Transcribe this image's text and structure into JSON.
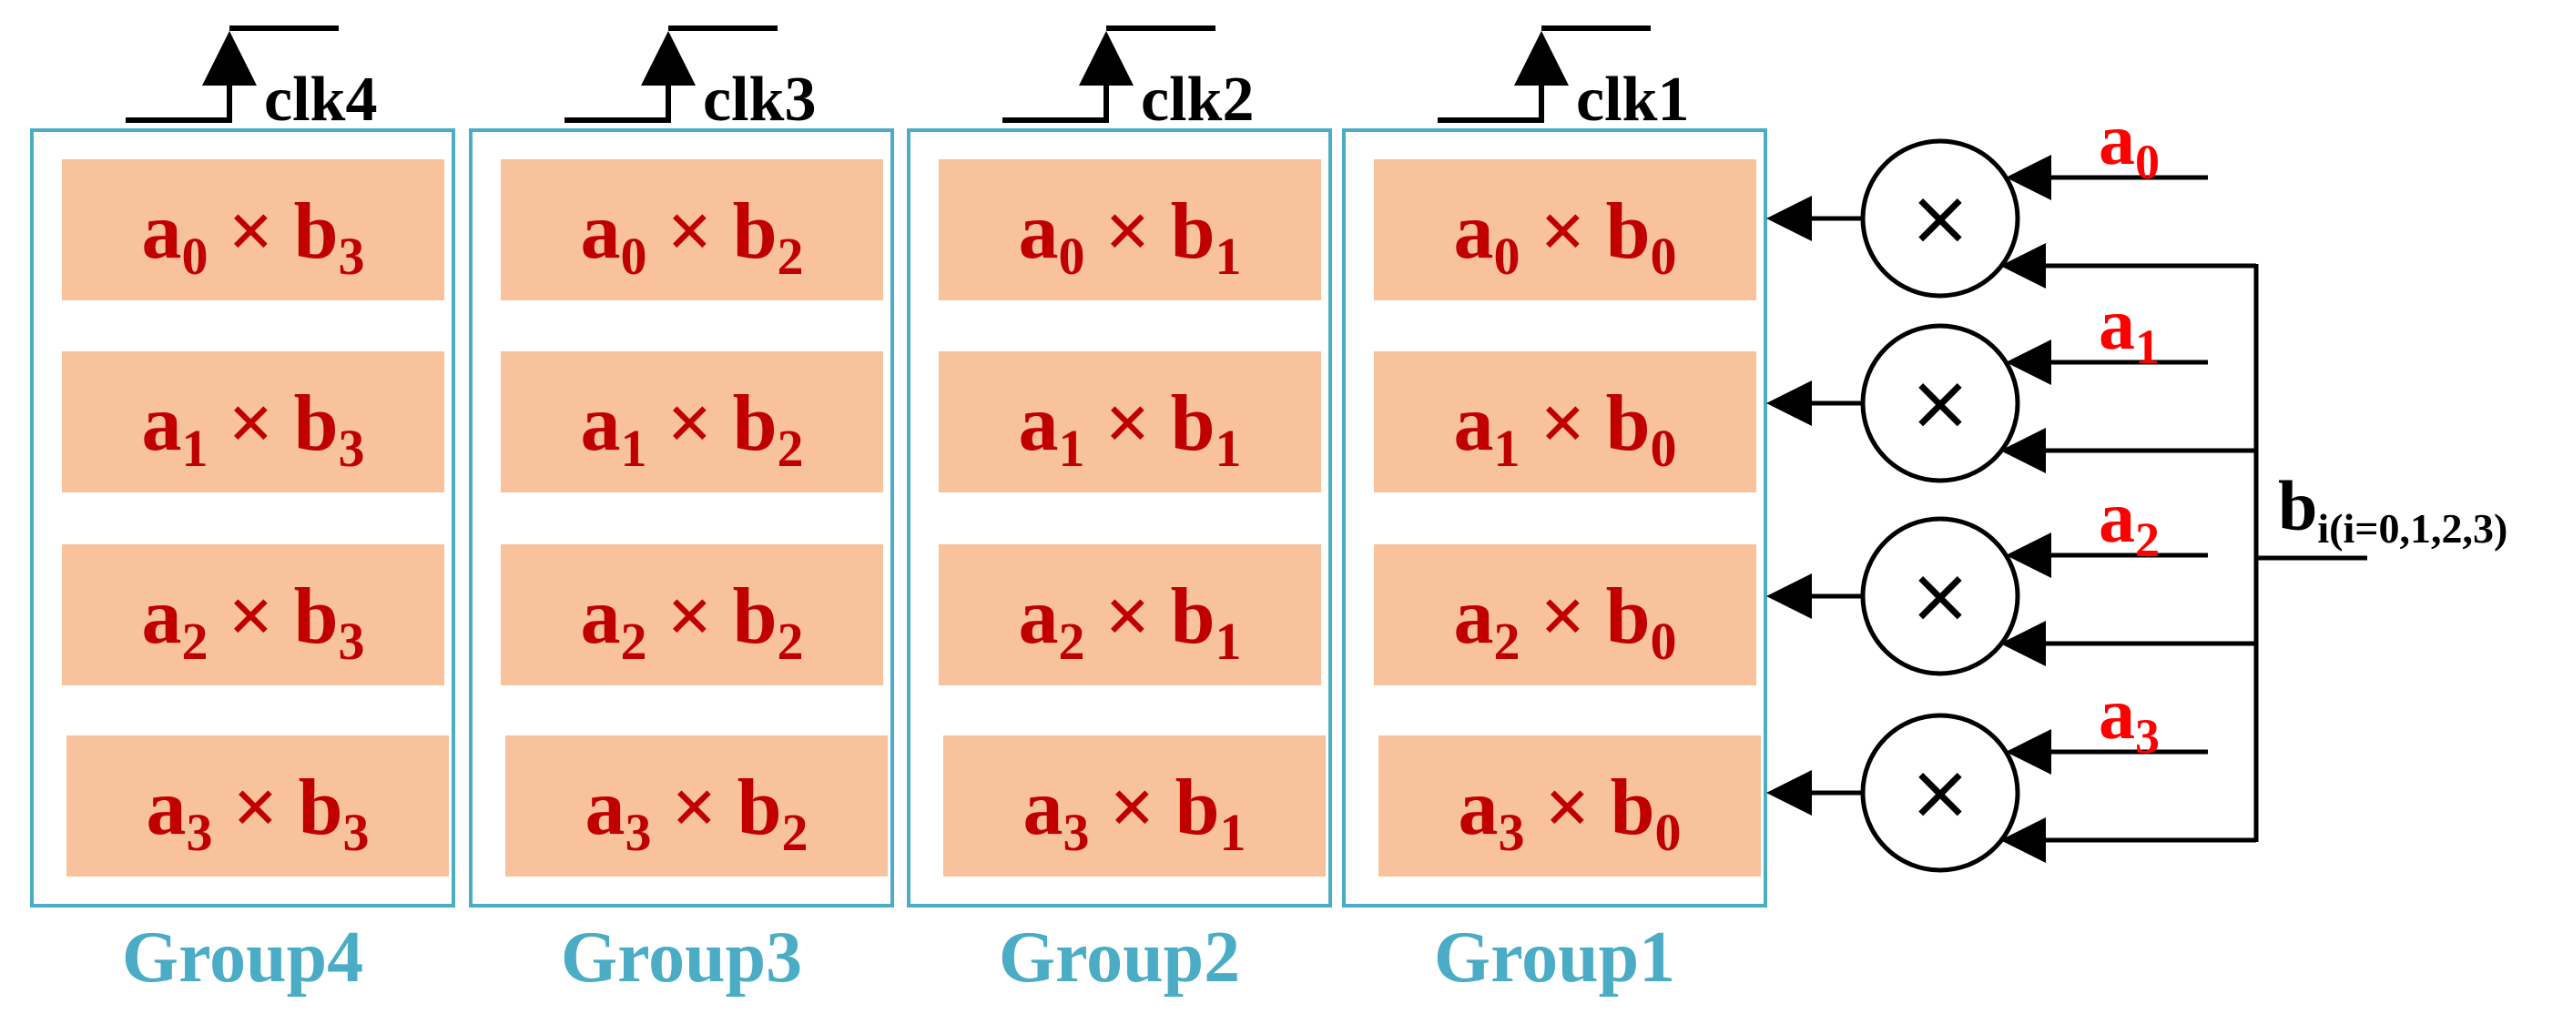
{
  "colors": {
    "group_border": "#4bacc6",
    "cell_fill": "#f8c29d",
    "cell_text": "#c00000",
    "group_label": "#4bacc6",
    "a_input": "#ff0000",
    "line": "#000000"
  },
  "multiply_symbol": "×",
  "groups": [
    {
      "label": "Group4",
      "clock": "clk4",
      "cells": [
        {
          "a": "a",
          "a_sub": "0",
          "op": "×",
          "b": "b",
          "b_sub": "3"
        },
        {
          "a": "a",
          "a_sub": "1",
          "op": "×",
          "b": "b",
          "b_sub": "3"
        },
        {
          "a": "a",
          "a_sub": "2",
          "op": "×",
          "b": "b",
          "b_sub": "3"
        },
        {
          "a": "a",
          "a_sub": "3",
          "op": "×",
          "b": "b",
          "b_sub": "3"
        }
      ]
    },
    {
      "label": "Group3",
      "clock": "clk3",
      "cells": [
        {
          "a": "a",
          "a_sub": "0",
          "op": "×",
          "b": "b",
          "b_sub": "2"
        },
        {
          "a": "a",
          "a_sub": "1",
          "op": "×",
          "b": "b",
          "b_sub": "2"
        },
        {
          "a": "a",
          "a_sub": "2",
          "op": "×",
          "b": "b",
          "b_sub": "2"
        },
        {
          "a": "a",
          "a_sub": "3",
          "op": "×",
          "b": "b",
          "b_sub": "2"
        }
      ]
    },
    {
      "label": "Group2",
      "clock": "clk2",
      "cells": [
        {
          "a": "a",
          "a_sub": "0",
          "op": "×",
          "b": "b",
          "b_sub": "1"
        },
        {
          "a": "a",
          "a_sub": "1",
          "op": "×",
          "b": "b",
          "b_sub": "1"
        },
        {
          "a": "a",
          "a_sub": "2",
          "op": "×",
          "b": "b",
          "b_sub": "1"
        },
        {
          "a": "a",
          "a_sub": "3",
          "op": "×",
          "b": "b",
          "b_sub": "1"
        }
      ]
    },
    {
      "label": "Group1",
      "clock": "clk1",
      "cells": [
        {
          "a": "a",
          "a_sub": "0",
          "op": "×",
          "b": "b",
          "b_sub": "0"
        },
        {
          "a": "a",
          "a_sub": "1",
          "op": "×",
          "b": "b",
          "b_sub": "0"
        },
        {
          "a": "a",
          "a_sub": "2",
          "op": "×",
          "b": "b",
          "b_sub": "0"
        },
        {
          "a": "a",
          "a_sub": "3",
          "op": "×",
          "b": "b",
          "b_sub": "0"
        }
      ]
    }
  ],
  "a_inputs": [
    {
      "base": "a",
      "sub": "0"
    },
    {
      "base": "a",
      "sub": "1"
    },
    {
      "base": "a",
      "sub": "2"
    },
    {
      "base": "a",
      "sub": "3"
    }
  ],
  "b_input": {
    "base": "b",
    "sub": "i(i=0,1,2,3)"
  }
}
